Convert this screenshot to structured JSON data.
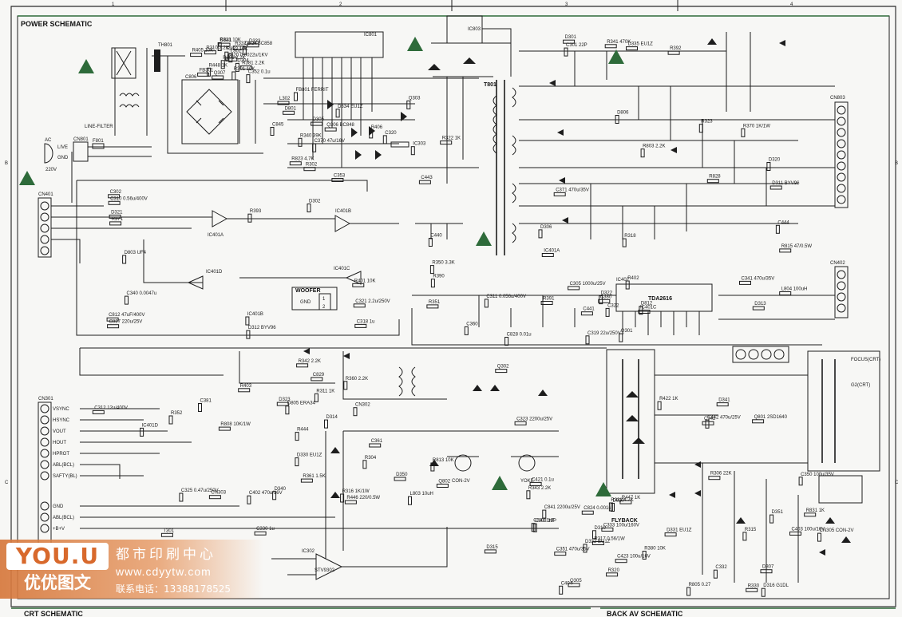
{
  "schematic": {
    "title": "POWER SCHEMATIC",
    "bottom_left_title": "CRT SCHEMATIC",
    "bottom_right_title": "BACK AV SCHEMATIC",
    "column_marks": [
      "1",
      "2",
      "3",
      "4"
    ],
    "row_marks": [
      "B",
      "C"
    ],
    "ac_input": {
      "label": "AC",
      "pins": [
        "LIVE",
        "GND"
      ],
      "connector": "CN801",
      "socket": "220V"
    },
    "components": {
      "line_filter": "LINE-FILTER",
      "thermistor": "TH801",
      "bridge_cap": "C806",
      "transformer": "T801",
      "fuse": "F801",
      "ic_pwm": "IC801",
      "ic_opto": "IC803",
      "ic_audio": "TDA2616",
      "ic_audio_ref": "IC402",
      "woofer": "WOOFER",
      "woofer_pins": [
        "GND",
        "1",
        "2"
      ],
      "flyback": "FLYBACK",
      "ic_vertical": "IC302",
      "ic_vertical_part": "STV9302",
      "main_out_connector": "CN803",
      "audio_in_connector": "CN401",
      "audio_out_connector": "CN402",
      "deflection_connector": "CN301",
      "yoke_label": "YOKE",
      "focus_label": "FOCUS(CRT)",
      "g2_label": "G2(CRT)"
    },
    "cn301_pins": [
      "VSYNC",
      "HSYNC",
      "VOUT",
      "HOUT",
      "HPROT",
      "ABL(BCL)",
      "SAFTY(BL)",
      "GND",
      "ABL(BCL)",
      "+B+V"
    ],
    "part_labels": [
      "R801 2.2K",
      "D801",
      "R803 2.2K",
      "C812 47uF/400V",
      "D812",
      "R808 10K/1W",
      "R813 10K",
      "Q801 2SD1640",
      "D820",
      "C820 0.0022u/1KV",
      "FB801 FERRIT",
      "R815 47/0.5W",
      "D803 UF4",
      "L804 100uH",
      "D805 ERA34",
      "Q802",
      "R805 0.27",
      "C824 0.001u",
      "R822 10K",
      "R823 4.7K",
      "D806",
      "C827 220u/25V",
      "C828 0.01u",
      "C829",
      "L803 10uH",
      "R831 1K",
      "C841 2200u/25V",
      "D841",
      "C845",
      "R828",
      "C440",
      "C441",
      "R444",
      "R446 220/0.5W",
      "C442 470u/25V",
      "R447 1K",
      "R448 1K",
      "C443",
      "C444",
      "R401 10K",
      "R402",
      "R403",
      "C402 470u/16V",
      "C403 100u/16V",
      "C404",
      "R405 10K",
      "R406",
      "IC401A",
      "IC401B",
      "IC401C",
      "IC401D",
      "C421 0.1u",
      "R422 1K",
      "C423 100u/16V",
      "R301 10K",
      "R302",
      "C301 22P",
      "C302",
      "Q301",
      "Q302",
      "R304",
      "R306 22K",
      "C303 33P",
      "R310 2.2K",
      "Q303",
      "D301",
      "D302",
      "C305 1000u/25V",
      "R311 1K",
      "T301",
      "R315",
      "Q305",
      "D304",
      "D305",
      "D306",
      "C310 0.56u/400V",
      "C311 0.056u/400V",
      "C312 12u/400V",
      "R316 1K/1W",
      "D307",
      "D310",
      "FB301",
      "C320",
      "D311 BYV96",
      "D312 BYV96",
      "D313",
      "D314",
      "D315",
      "D316 G1DL",
      "R320",
      "R321 10K",
      "R322 1K",
      "R323",
      "C321 2.2u/250V",
      "C322",
      "C323 2200u/25V",
      "C325 0.47u/250V",
      "R330",
      "R331 4.7K",
      "R332 8.2K",
      "R340 39K",
      "R341 470K",
      "R350 3.3K",
      "R351",
      "R352",
      "C330 1u",
      "C332",
      "C333 100u/160V",
      "Q304 BC858",
      "Q306 BC848",
      "D320",
      "D321",
      "D322",
      "D323",
      "D330 EU1Z",
      "D331 EU1Z",
      "D332 EU1Z",
      "D333",
      "D334 EU1Z",
      "D335 EU1Z",
      "C340 0.0047u",
      "C341 470u/35V",
      "R360 2.2K",
      "R361 1.5K",
      "C350 100u/35V",
      "C351 470u/35V",
      "C352 0.1u",
      "C353",
      "R370 1K/1W",
      "R371",
      "C360",
      "C361",
      "D340",
      "D341",
      "R380 10K",
      "R381 2.2K",
      "C370 47u/16V",
      "C371 470u/35V",
      "R390",
      "R391",
      "CN302",
      "CN303",
      "CN305 CON-2V",
      "R317 0.56/1W",
      "L301",
      "L302",
      "R318",
      "C318 1u",
      "C319 22u/250V",
      "R342 2.2K",
      "R343 2.2K",
      "C342",
      "C343 1nF",
      "Q307",
      "IC303",
      "R392",
      "R393",
      "C380",
      "C381",
      "D350",
      "D351"
    ]
  }
}
